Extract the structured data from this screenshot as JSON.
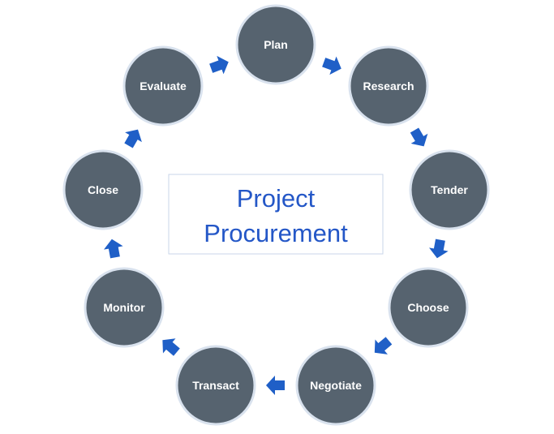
{
  "title": {
    "line1": "Project",
    "line2": "Procurement"
  },
  "steps": [
    "Plan",
    "Research",
    "Tender",
    "Choose",
    "Negotiate",
    "Transact",
    "Monitor",
    "Close",
    "Evaluate"
  ],
  "colors": {
    "node_fill": "#56636f",
    "node_border": "#d9e2ee",
    "arrow": "#1f5fc7",
    "title_text": "#2457c7"
  },
  "icons": {
    "arrow": "arrow-icon"
  }
}
